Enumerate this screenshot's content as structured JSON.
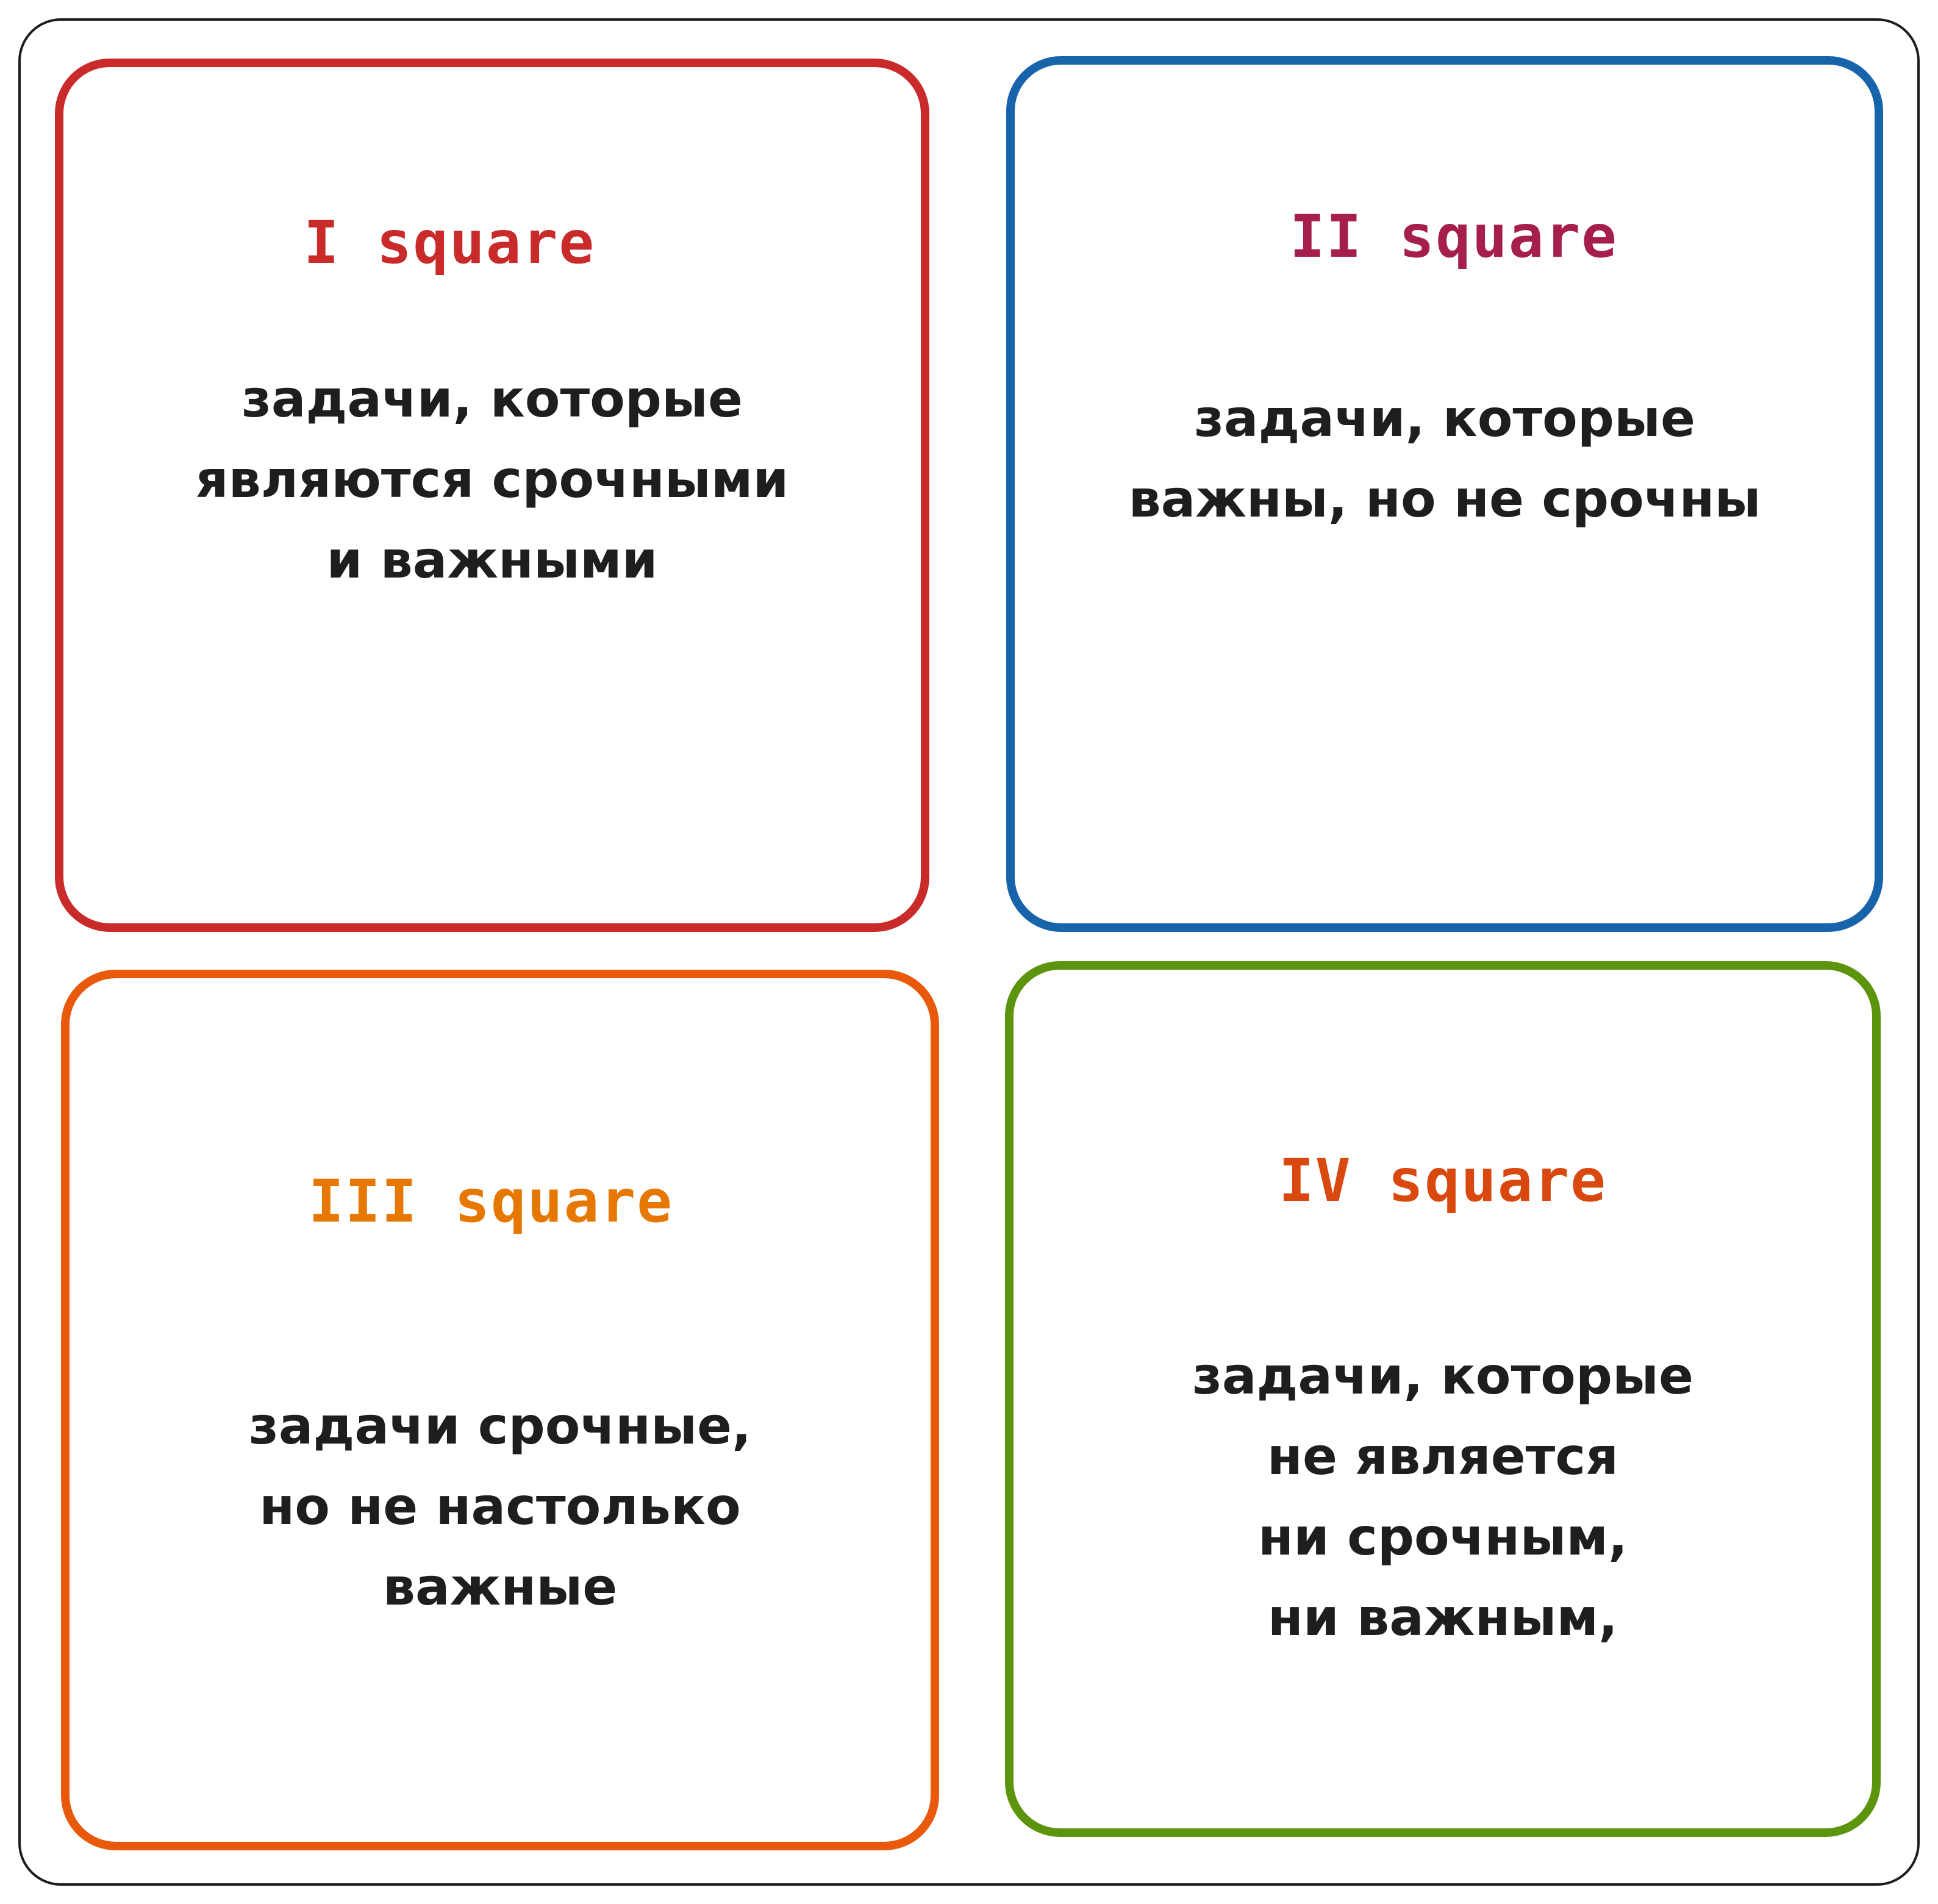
{
  "quadrants": [
    {
      "heading": "I square",
      "lines": [
        "задачи, которые",
        "являются срочными",
        "и важными"
      ],
      "border_color": "#c92a2a",
      "heading_color": "#c92a2a"
    },
    {
      "heading": "II square",
      "lines": [
        "задачи, которые",
        "важны, но не срочны"
      ],
      "border_color": "#1864ab",
      "heading_color": "#a61e4d"
    },
    {
      "heading": "III square",
      "lines": [
        "задачи срочные,",
        "но не настолько",
        "важные"
      ],
      "border_color": "#e8590c",
      "heading_color": "#e67700"
    },
    {
      "heading": "IV square",
      "lines": [
        "задачи, которые",
        "не является",
        "ни срочным,",
        "ни важным,"
      ],
      "border_color": "#5c940d",
      "heading_color": "#d9480f"
    }
  ]
}
